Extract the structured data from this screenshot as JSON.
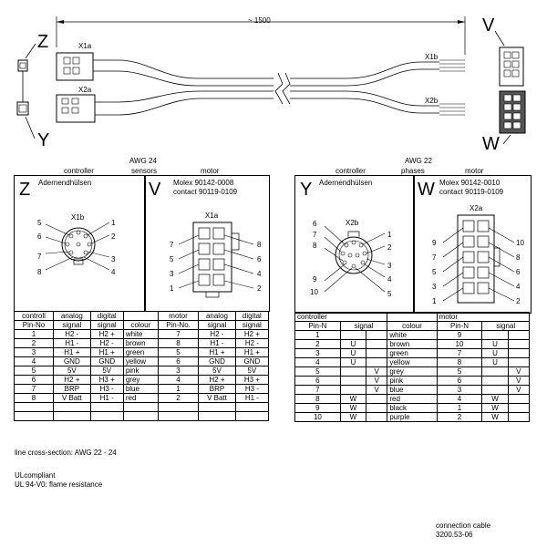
{
  "cable": {
    "length": "~ 1500",
    "labels": {
      "z": "Z",
      "y": "Y",
      "v": "V",
      "w": "W",
      "x1a": "X1a",
      "x2a": "X2a",
      "x1b": "X1b",
      "x2b": "X2b"
    }
  },
  "left_table": {
    "awg": "AWG 24",
    "section_headers": {
      "controller": "controller",
      "sensors": "sensors",
      "motor": "motor"
    },
    "z_panel": {
      "letter": "Z",
      "title": "Adernendhülsen",
      "connector": "X1b",
      "pins_left": [
        "5",
        "6",
        "7",
        "8"
      ],
      "pins_right": [
        "1",
        "2",
        "3",
        "4"
      ]
    },
    "v_panel": {
      "letter": "V",
      "title_line1": "Molex 90142-0008",
      "title_line2": "contact 90119-0109",
      "connector": "X1a",
      "pins_left": [
        "7",
        "5",
        "3",
        "1"
      ],
      "pins_right": [
        "8",
        "6",
        "4",
        "2"
      ]
    },
    "header1": [
      "controll",
      "analog",
      "digital",
      "",
      "motor",
      "analog",
      "digital"
    ],
    "header2": [
      "Pin-No",
      "signal",
      "signal",
      "colour",
      "Pin-No.",
      "signal",
      "signal"
    ],
    "rows": [
      [
        "1",
        "H2 -",
        "H2 +",
        "white",
        "7",
        "H2 -",
        "H2 +"
      ],
      [
        "2",
        "H1 -",
        "H2 -",
        "brown",
        "8",
        "H1 -",
        "H2 -"
      ],
      [
        "3",
        "H1 +",
        "H1 +",
        "green",
        "5",
        "H1 +",
        "H1 +"
      ],
      [
        "4",
        "GND",
        "GND",
        "yellow",
        "6",
        "GND",
        "GND"
      ],
      [
        "5",
        "5V",
        "5V",
        "pink",
        "3",
        "5V",
        "5V"
      ],
      [
        "6",
        "H2 +",
        "H3 +",
        "grey",
        "4",
        "H2 +",
        "H3 +"
      ],
      [
        "7",
        "BRP",
        "H3 -",
        "blue",
        "1",
        "BRP",
        "H3 -"
      ],
      [
        "8",
        "V Batt",
        "H1 -",
        "red",
        "2",
        "V Batt",
        "H1 -"
      ],
      [
        "",
        "",
        "",
        "",
        "",
        "",
        ""
      ],
      [
        "",
        "",
        "",
        "",
        "",
        "",
        ""
      ]
    ]
  },
  "right_table": {
    "awg": "AWG 22",
    "section_headers": {
      "controller": "controller",
      "phases": "phases",
      "motor": "motor"
    },
    "y_panel": {
      "letter": "Y",
      "title": "Adernendhülsen",
      "connector": "X2b",
      "pins_left": [
        "6",
        "7",
        "8",
        "9",
        "10"
      ],
      "pins_right": [
        "1",
        "2",
        "3",
        "4",
        "5"
      ]
    },
    "w_panel": {
      "letter": "W",
      "title_line1": "Molex 90142-0010",
      "title_line2": "contact 90119-0109",
      "connector": "X2a",
      "pins_left": [
        "9",
        "7",
        "5",
        "3",
        "1"
      ],
      "pins_right": [
        "10",
        "8",
        "6",
        "4",
        "2"
      ]
    },
    "header1": [
      "controller",
      "",
      "motor",
      ""
    ],
    "header2": [
      "Pin-N",
      "signal",
      "colour",
      "Pin-N",
      "signal"
    ],
    "rows": [
      [
        "1",
        "",
        "",
        "white",
        "9",
        "",
        ""
      ],
      [
        "2",
        "U",
        "",
        "brown",
        "10",
        "U",
        ""
      ],
      [
        "3",
        "U",
        "",
        "green",
        "7",
        "U",
        ""
      ],
      [
        "4",
        "U",
        "",
        "yellow",
        "8",
        "U",
        ""
      ],
      [
        "5",
        "",
        "V",
        "grey",
        "5",
        "",
        "V"
      ],
      [
        "6",
        "",
        "V",
        "pink",
        "6",
        "",
        "V"
      ],
      [
        "7",
        "",
        "V",
        "blue",
        "3",
        "",
        "V"
      ],
      [
        "8",
        "W",
        "",
        "red",
        "4",
        "W",
        ""
      ],
      [
        "9",
        "W",
        "",
        "black",
        "1",
        "W",
        ""
      ],
      [
        "10",
        "W",
        "",
        "purple",
        "2",
        "W",
        ""
      ]
    ]
  },
  "notes": {
    "cross_section": "line cross-section: AWG 22 - 24",
    "ul1": "ULcompliant",
    "ul2": "UL 94-V0: flame resistance"
  },
  "title_block": {
    "line1": "connection cable",
    "line2": "3200.53-06"
  }
}
